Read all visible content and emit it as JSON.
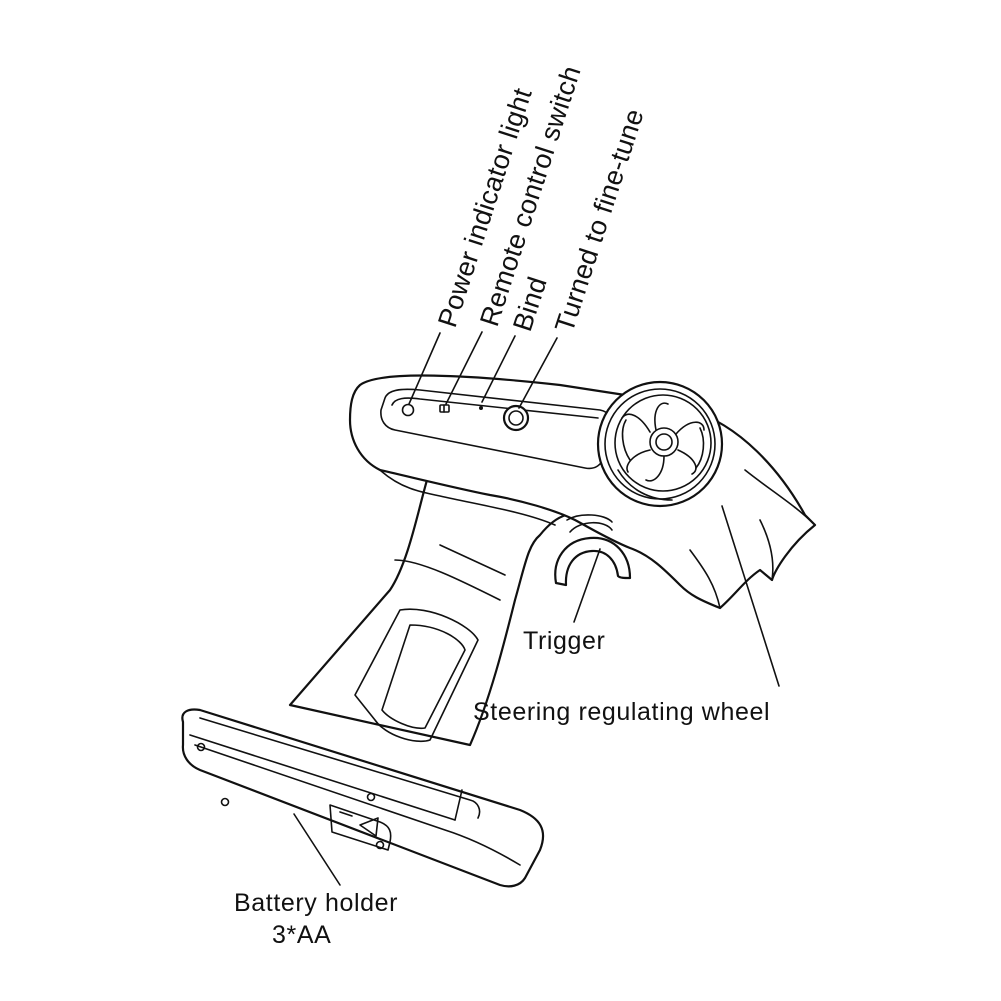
{
  "labels": {
    "power_indicator": "Power indicator light",
    "remote_switch": "Remote control switch",
    "bind": "Bind",
    "fine_tune": "Turned to fine-tune",
    "trigger": "Trigger",
    "steering_wheel": "Steering regulating wheel",
    "battery_holder": "Battery holder",
    "battery_spec": "3*AA"
  }
}
